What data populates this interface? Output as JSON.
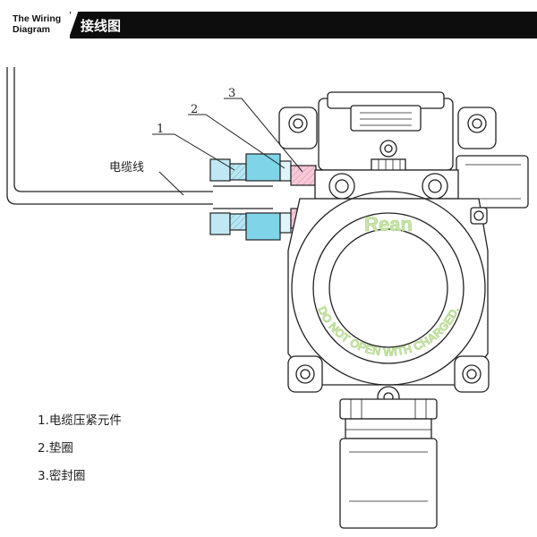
{
  "header": {
    "en_line1": "The Wiring",
    "en_line2": "Diagram",
    "title": "接线图"
  },
  "callouts": {
    "c1": "1",
    "c2": "2",
    "c3": "3",
    "cable": "电缆线"
  },
  "device": {
    "brand": "Rean",
    "warning": "DO NOT OPEN WITH CHARGED."
  },
  "legend": {
    "items": [
      "1.电缆压紧元件",
      "2.垫圈",
      "3.密封圈"
    ]
  },
  "colors": {
    "header_bar": "#0d0d0d",
    "gland": "#7fd4e8",
    "gasket": "#f7c9d9",
    "embossed_text": "#c8e6a6"
  }
}
